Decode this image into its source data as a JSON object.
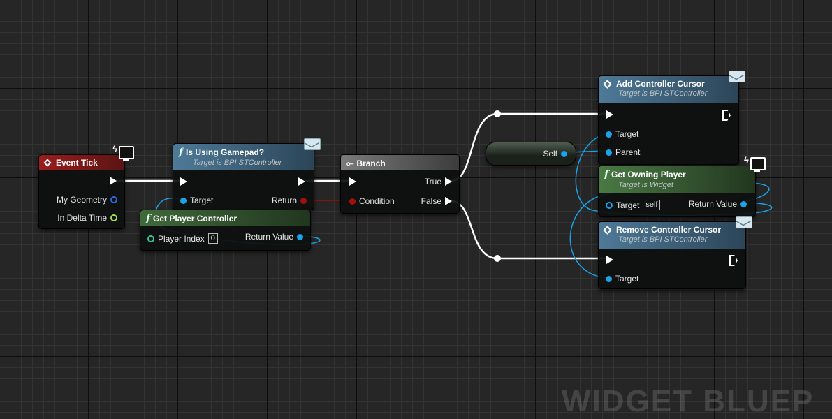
{
  "nodes": {
    "event_tick": {
      "title": "Event Tick",
      "pins": {
        "my_geometry": "My Geometry",
        "in_delta_time": "In Delta Time"
      }
    },
    "is_using_gamepad": {
      "title": "Is Using Gamepad?",
      "subtitle": "Target is BPI STController",
      "pins": {
        "target": "Target",
        "return": "Return"
      }
    },
    "get_player_controller": {
      "title": "Get Player Controller",
      "pins": {
        "player_index": "Player Index",
        "player_index_value": "0",
        "return_value": "Return Value"
      }
    },
    "branch": {
      "title": "Branch",
      "pins": {
        "condition": "Condition",
        "true": "True",
        "false": "False"
      }
    },
    "self_node": {
      "label": "Self"
    },
    "add_controller_cursor": {
      "title": "Add Controller Cursor",
      "subtitle": "Target is BPI STController",
      "pins": {
        "target": "Target",
        "parent": "Parent"
      }
    },
    "get_owning_player": {
      "title": "Get Owning Player",
      "subtitle": "Target is Widget",
      "pins": {
        "target": "Target",
        "target_value": "self",
        "return_value": "Return Value"
      }
    },
    "remove_controller_cursor": {
      "title": "Remove Controller Cursor",
      "subtitle": "Target is BPI STController",
      "pins": {
        "target": "Target"
      }
    }
  },
  "watermark": "WIDGET BLUEP",
  "colors": {
    "event_header": "#8a1a1a",
    "function_header_blue": "#3e5f78",
    "function_header_green": "#3f6a3a",
    "branch_header": "#6a6a6a",
    "object_pin": "#1aa3e8",
    "bool_pin": "#a01010",
    "float_pin": "#a0e050",
    "struct_pin": "#2a6adf",
    "int_pin": "#2ec9a0",
    "exec_wire": "#ffffff"
  },
  "icons": [
    "event-diamond-icon",
    "function-f-icon",
    "branch-icon",
    "interface-message-icon",
    "monitor-lightning-icon",
    "exec-pin-icon"
  ]
}
